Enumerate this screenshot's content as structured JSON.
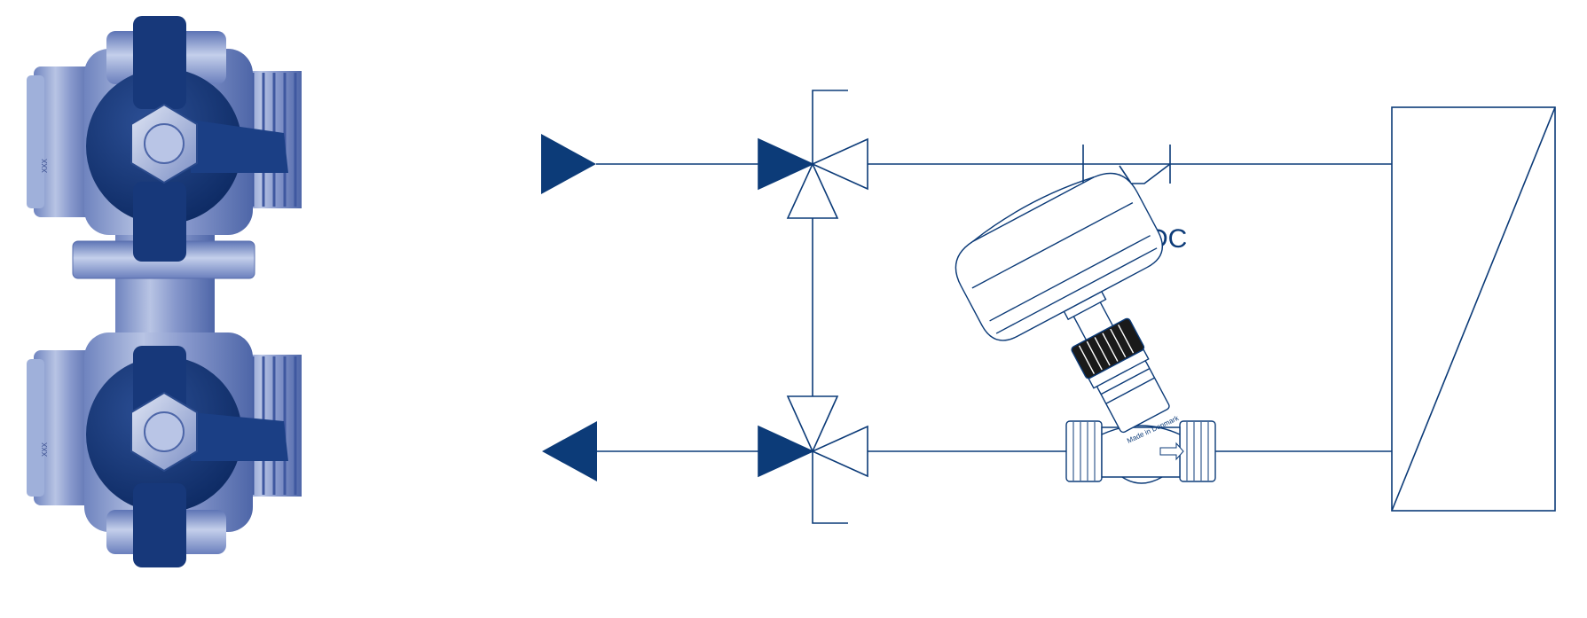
{
  "figure": {
    "colors": {
      "line": "#0c3b78",
      "valve_dark": "#12326d",
      "valve_mid": "#4a64a6",
      "valve_light": "#a9b7dc",
      "valve_highlight": "#dde3f3"
    },
    "labels": {
      "dc": "DC",
      "valve_marking_top": "XXX",
      "valve_marking_bottom": "XXX",
      "balancing_valve_marking": "Made in Denmark"
    },
    "icons": [
      "ball-valve-icon",
      "three-way-valve-icon",
      "balancing-valve-icon",
      "flow-arrow-icon"
    ]
  }
}
